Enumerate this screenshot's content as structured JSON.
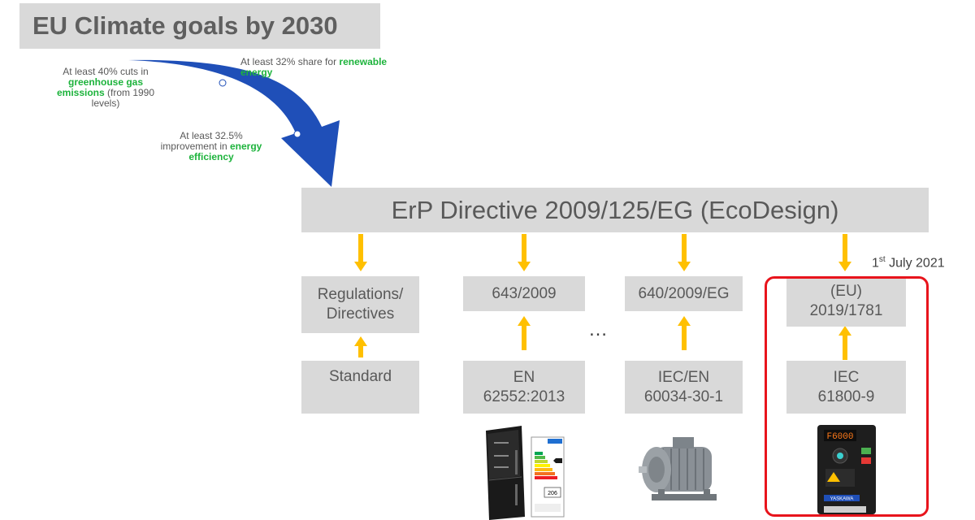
{
  "title": "EU Climate goals by 2030",
  "notes": {
    "ghg": {
      "pre": "At least 40% cuts in ",
      "highlight": "greenhouse gas emissions",
      "post": " (from 1990 levels)"
    },
    "renewable": {
      "pre": "At least 32% share for ",
      "highlight": "renewable energy"
    },
    "efficiency": {
      "pre": "At least 32.5% improvement in ",
      "highlight": "energy efficiency"
    }
  },
  "erp": "ErP Directive 2009/125/EG (EcoDesign)",
  "date": {
    "day": "1",
    "suffix": "st",
    "rest": " July 2021"
  },
  "ellipsis": "…",
  "columns": [
    {
      "top": [
        "Regulations/",
        "Directives"
      ],
      "bottom": [
        "Standard"
      ]
    },
    {
      "top": [
        "643/2009"
      ],
      "bottom": [
        "EN",
        "62552:2013"
      ]
    },
    {
      "top": [
        "640/2009/EG"
      ],
      "bottom": [
        "IEC/EN",
        "60034-30-1"
      ]
    },
    {
      "top": [
        "(EU)",
        "2019/1781"
      ],
      "bottom": [
        "IEC",
        "61800-9"
      ]
    }
  ],
  "images": {
    "fridge": {
      "icon": "refrigerator-with-energy-label",
      "label_value": "206"
    },
    "motor": {
      "icon": "electric-motor"
    },
    "drive": {
      "icon": "inverter-drive",
      "display": "F6000",
      "brand": "YASKAWA"
    }
  },
  "colors": {
    "arrow_blue": "#1f4fb8",
    "arrow_yellow": "#ffc000",
    "green": "#1db33c",
    "red": "#e8141c",
    "box_gray": "#d9d9d9"
  }
}
